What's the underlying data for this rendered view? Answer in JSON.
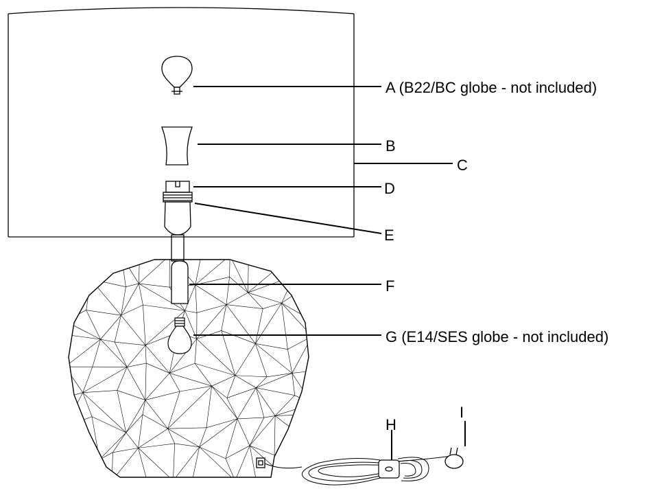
{
  "labels": {
    "a": "A (B22/BC globe - not included)",
    "b": "B",
    "c": "C",
    "d": "D",
    "e": "E",
    "f": "F",
    "g": "G (E14/SES globe - not included)",
    "h": "H",
    "i": "I"
  },
  "colors": {
    "line": "#000000",
    "background": "#ffffff"
  }
}
